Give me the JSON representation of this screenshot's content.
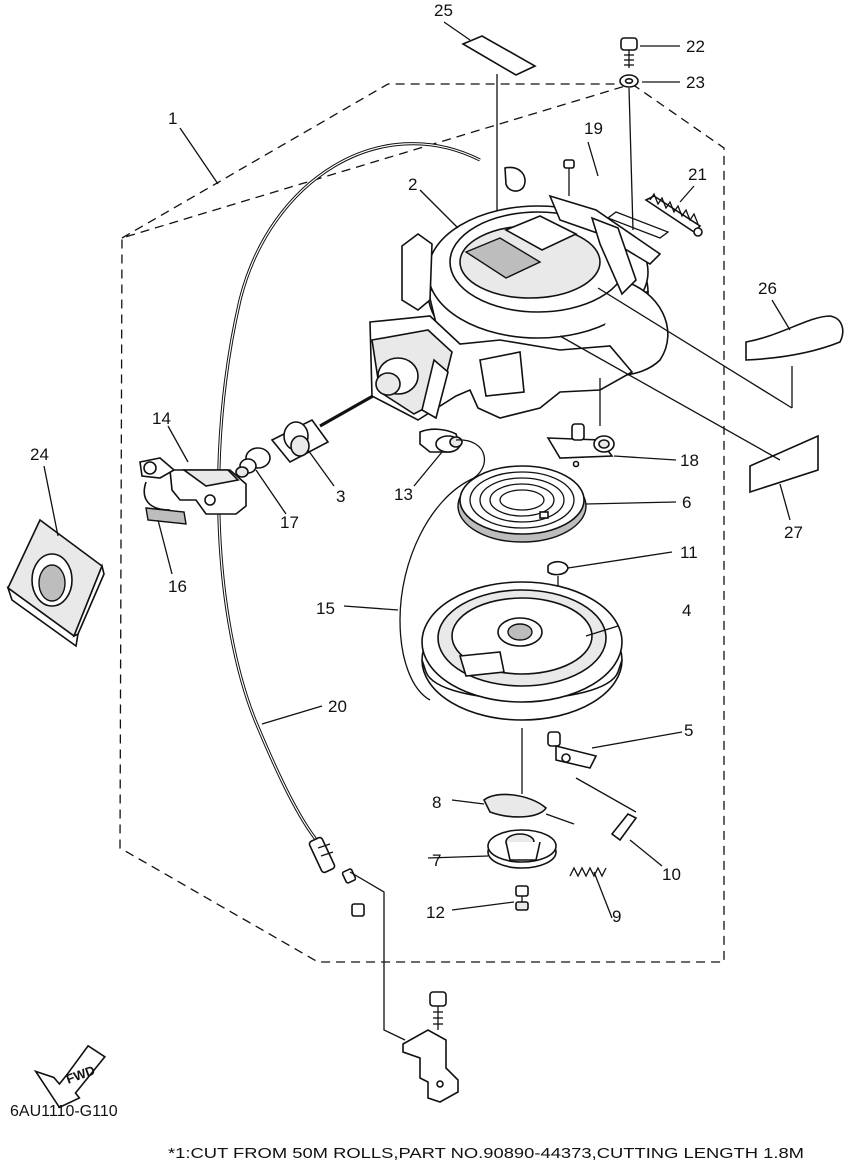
{
  "diagram_code": "6AU1110-G110",
  "footnote": "*1:CUT FROM 50M ROLLS,PART NO.90890-44373,CUTTING LENGTH 1.8M",
  "fwd_label": "FWD",
  "callouts": [
    "1",
    "2",
    "3",
    "4",
    "5",
    "6",
    "7",
    "8",
    "9",
    "10",
    "11",
    "12",
    "13",
    "14",
    "15",
    "16",
    "17",
    "18",
    "19",
    "20",
    "21",
    "22",
    "23",
    "24",
    "25",
    "26",
    "27"
  ]
}
